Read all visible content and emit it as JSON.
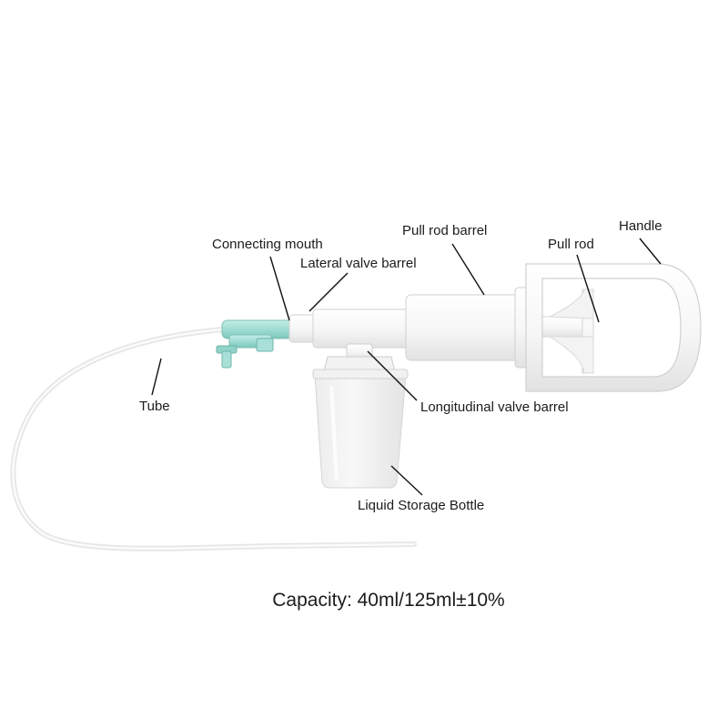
{
  "labels": {
    "connecting_mouth": "Connecting mouth",
    "lateral_valve_barrel": "Lateral valve barrel",
    "pull_rod_barrel": "Pull rod barrel",
    "pull_rod": "Pull rod",
    "handle": "Handle",
    "tube": "Tube",
    "longitudinal_valve_barrel": "Longitudinal valve barrel",
    "liquid_storage_bottle": "Liquid Storage Bottle"
  },
  "caption": "Capacity: 40ml/125ml±10%",
  "colors": {
    "connector_green": "#9fdcd2",
    "body_white": "#f7f7f7",
    "outline": "#d4d4d4",
    "leader": "#111111"
  }
}
